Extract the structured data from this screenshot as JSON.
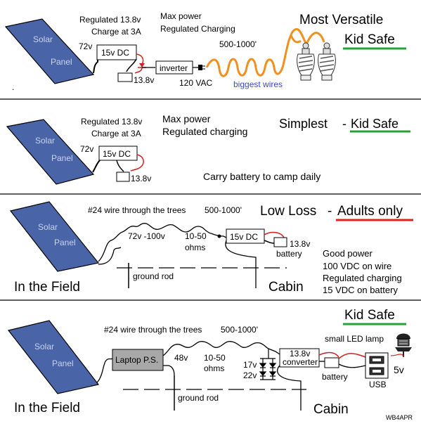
{
  "colors": {
    "panel_fill": "#4a64a8",
    "orange_wire": "#f09020",
    "red_wire": "#d02020",
    "green_underline": "#27a336",
    "red_underline": "#e02020",
    "blue_text": "#3a48c8",
    "gray_box": "#a8a8a8"
  },
  "panel_text": {
    "line1": "Solar",
    "line2": "Panel"
  },
  "s1": {
    "reg": "Regulated 13.8v",
    "charge": "Charge at 3A",
    "v72": "72v",
    "dc": "15v DC",
    "v138": "13.8v",
    "max_power": "Max power",
    "reg_charging": "Regulated Charging",
    "inverter": "inverter",
    "vac": "120 VAC",
    "distance": "500-1000'",
    "biggest": "biggest wires",
    "title": "Most Versatile",
    "kid_safe": "Kid Safe",
    "corner_mark": "."
  },
  "s2": {
    "reg": "Regulated 13.8v",
    "charge": "Charge at 3A",
    "v72": "72v",
    "dc": "15v DC",
    "v138": "13.8v",
    "max_power": "Max power",
    "reg_charging": "Regulated charging",
    "title": "Simplest",
    "dash": "-",
    "kid_safe": "Kid Safe",
    "carry": "Carry battery to camp daily"
  },
  "s3": {
    "wire_note": "#24 wire through the trees",
    "distance": "500-1000'",
    "title": "Low Loss",
    "dash": "-",
    "adults": "Adults only",
    "volts": "72v -100v",
    "ohms1": "10-50",
    "ohms2": "ohms",
    "dc": "15v DC",
    "v138": "13.8v",
    "battery": "battery",
    "ground": "ground rod",
    "field": "In the Field",
    "cabin": "Cabin",
    "notes": [
      "Good power",
      "100 VDC on wire",
      "Regulated charging",
      "15 VDC on battery"
    ]
  },
  "s4": {
    "kid_safe": "Kid Safe",
    "wire_note": "#24 wire through the trees",
    "distance": "500-1000'",
    "lamp": "small  LED lamp",
    "laptop": "Laptop P.S.",
    "v48": "48v",
    "ohms1": "10-50",
    "ohms2": "ohms",
    "v17": "17v",
    "v22": "22v",
    "conv1": "13.8v",
    "conv2": "converter",
    "battery": "battery",
    "usb": "USB",
    "v5": "5v",
    "ground": "ground rod",
    "field": "In the Field",
    "cabin": "Cabin",
    "signature": "WB4APR"
  }
}
